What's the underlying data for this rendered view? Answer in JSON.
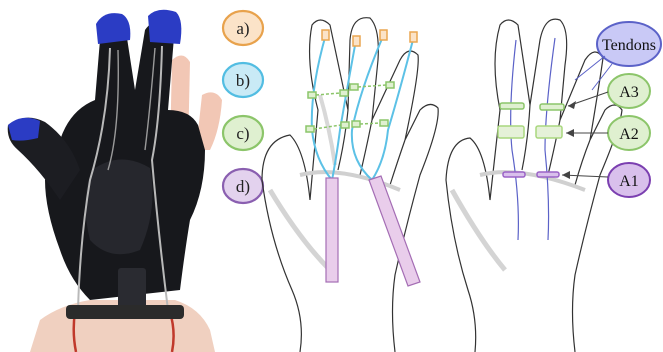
{
  "legend": [
    {
      "key": "a",
      "label": "a)",
      "fill": "#fbe3c8",
      "stroke": "#e8a24c"
    },
    {
      "key": "b",
      "label": "b)",
      "fill": "#c9eaf6",
      "stroke": "#52bde2"
    },
    {
      "key": "c",
      "label": "c)",
      "fill": "#dff0d0",
      "stroke": "#8cc56a"
    },
    {
      "key": "d",
      "label": "d)",
      "fill": "#e3d2ee",
      "stroke": "#8a5fb0"
    }
  ],
  "annotations": {
    "tendons": "Tendons",
    "a3": "A3",
    "a2": "A2",
    "a1": "A1"
  },
  "colors": {
    "tendon_blue": "#5cc1e6",
    "guide_green": "#a9d77e",
    "anchor_orange": "#eaa650",
    "actuator_purple": "#e9cdeb",
    "tendon_line": "#5b62c8",
    "pulley_purple": "#9a62c6",
    "glove_black": "#15161a",
    "fingertip_blue": "#2b3cc4"
  },
  "icons": [
    "glove-photo",
    "hand-outline-left",
    "hand-outline-right"
  ]
}
